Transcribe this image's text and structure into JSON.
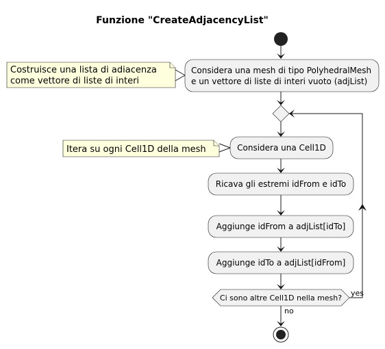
{
  "title": "Funzione \"CreateAdjacencyList\"",
  "activities": {
    "consider_mesh": {
      "line1": "Considera una mesh di tipo PolyhedralMesh",
      "line2": "e un vettore di liste di interi vuoto (adjList)"
    },
    "consider_cell": "Considera una Cell1D",
    "get_endpoints": "Ricava gli estremi idFrom e idTo",
    "add_from": "Aggiunge idFrom a adjList[idTo]",
    "add_to": "Aggiunge idTo a adjList[idFrom]"
  },
  "decision": {
    "question": "Ci sono altre Cell1D nella mesh?",
    "yes_label": "yes",
    "no_label": "no"
  },
  "notes": {
    "mesh_note": {
      "line1": "Costruisce una lista di adiacenza",
      "line2": "come vettore di liste di interi"
    },
    "cell_note": "Itera su ogni Cell1D della mesh"
  },
  "colors": {
    "activity_fill": "#f1f1f1",
    "note_fill": "#feffdd",
    "line": "#181818",
    "node_fill": "#222222"
  }
}
